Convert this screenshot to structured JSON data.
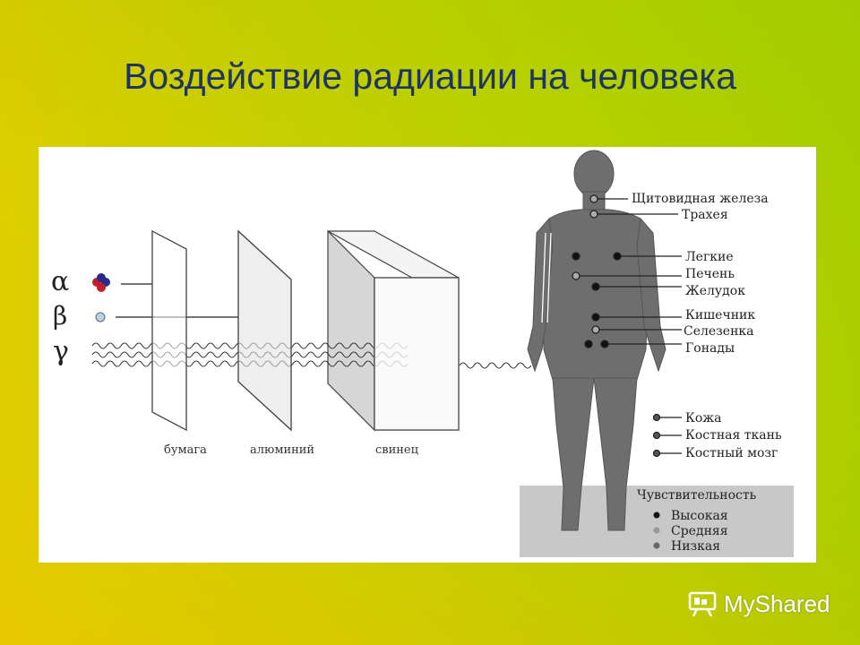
{
  "slide": {
    "title": "Воздействие радиации на человека"
  },
  "radiation": {
    "alpha": "α",
    "beta": "β",
    "gamma": "γ"
  },
  "barriers": {
    "paper": "бумага",
    "aluminium": "алюминий",
    "lead": "свинец"
  },
  "organs": {
    "thyroid": "Щитовидная железа",
    "trachea": "Трахея",
    "lungs": "Легкие",
    "liver": "Печень",
    "stomach": "Желудок",
    "intestine": "Кишечник",
    "spleen": "Селезенка",
    "gonads": "Гонады",
    "skin": "Кожа",
    "bone_tissue": "Костная ткань",
    "bone_marrow": "Костный мозг"
  },
  "legend": {
    "title": "Чувствительность",
    "high": "Высокая",
    "medium": "Средняя",
    "low": "Низкая"
  },
  "watermark": {
    "brand": "MyShared"
  }
}
